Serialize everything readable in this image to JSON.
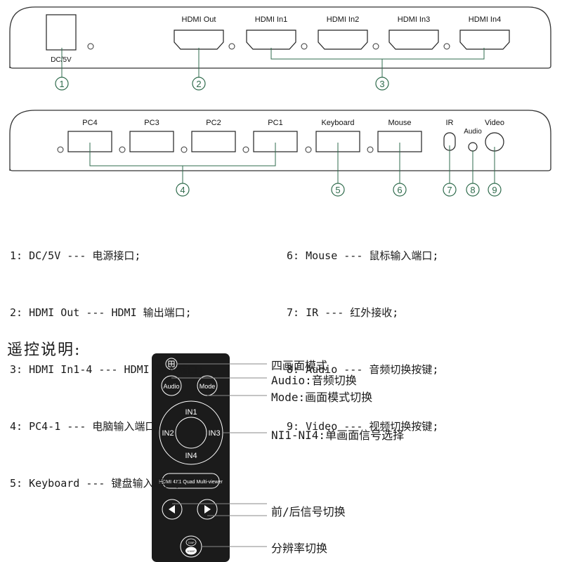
{
  "front_panel": {
    "dc_label": "DC/5V",
    "hdmi_ports": [
      "HDMI Out",
      "HDMI In1",
      "HDMI In2",
      "HDMI In3",
      "HDMI In4"
    ],
    "callouts": [
      "1",
      "2",
      "3"
    ]
  },
  "rear_panel": {
    "pc_ports": [
      "PC4",
      "PC3",
      "PC2",
      "PC1"
    ],
    "keyboard": "Keyboard",
    "mouse": "Mouse",
    "ir": "IR",
    "audio": "Audio",
    "video": "Video",
    "callouts": [
      "4",
      "5",
      "6",
      "7",
      "8",
      "9"
    ]
  },
  "legend": {
    "left": [
      "1: DC/5V --- 电源接口;",
      "2: HDMI Out --- HDMI 输出端口;",
      "3: HDMI In1-4 --- HDMI 输入端口;",
      "4: PC4-1 --- 电脑输入端口;",
      "5: Keyboard --- 键盘输入端口;"
    ],
    "right": [
      "6: Mouse --- 鼠标输入端口;",
      "7: IR --- 红外接收;",
      "8: Audio --- 音频切换按键;",
      "9: Video --- 视频切换按键;"
    ]
  },
  "remote": {
    "section_title": "遥控说明:",
    "buttons": {
      "audio": "Audio",
      "mode": "Mode",
      "in1": "IN1",
      "in2": "IN2",
      "in3": "IN3",
      "in4": "IN4",
      "model": "HDMI 4X1 Quad Multi-viewer",
      "res_top": "720P",
      "res_bottom": "1080P"
    },
    "annotations": {
      "quad": "四画面模式",
      "audio": "Audio:音频切换",
      "mode": "Mode:画面模式切换",
      "inputs": "NI1-NI4:单画面信号选择",
      "prev_next": "前/后信号切换",
      "resolution": "分辨率切换"
    }
  },
  "colors": {
    "callout_green": "#2f6b4c",
    "panel_stroke": "#333333",
    "remote_body": "#1b1b1b"
  }
}
